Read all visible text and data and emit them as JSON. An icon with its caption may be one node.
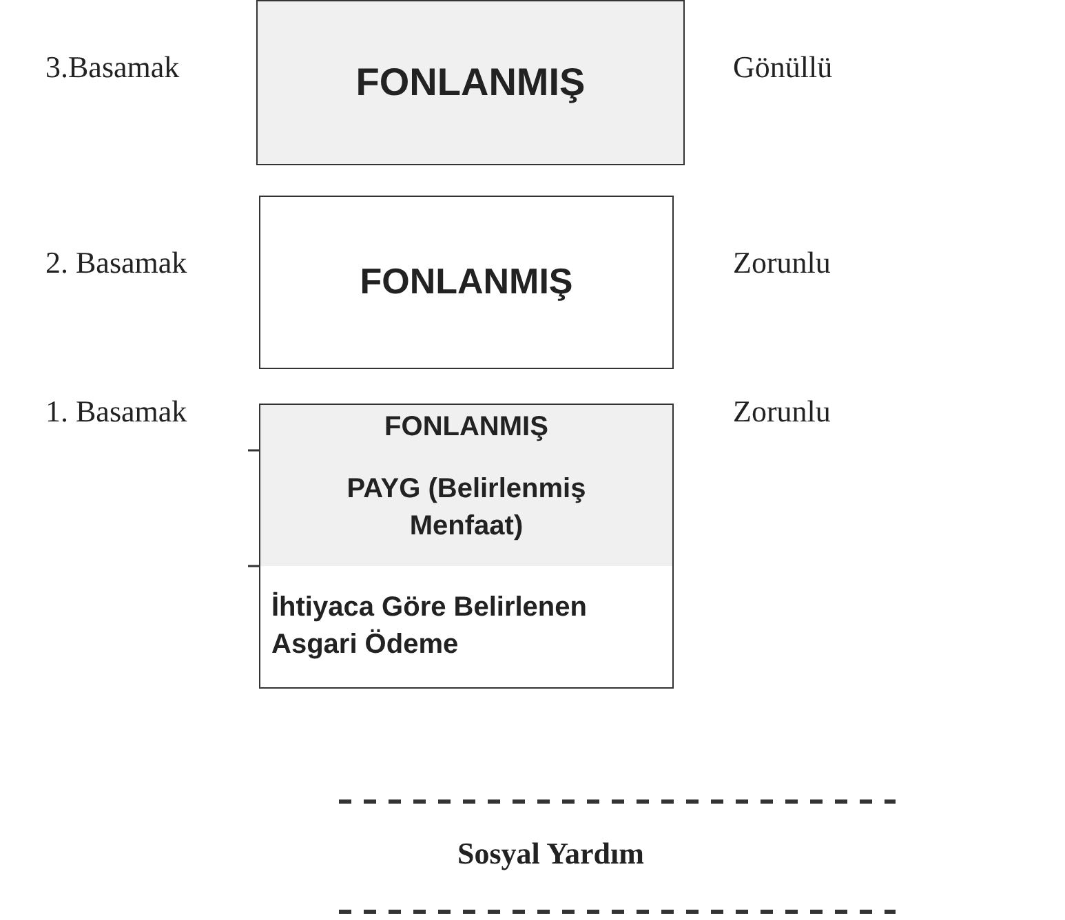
{
  "diagram": {
    "nodes": [
      {
        "text": [
          "FONLANMIŞ"
        ],
        "beside": [
          "3.Basamak",
          "Gönüllü"
        ]
      },
      {
        "text": [
          "FONLANMIŞ"
        ],
        "beside": [
          "2. Basamak",
          "Zorunlu"
        ]
      },
      {
        "text": [
          "FONLANMIŞ"
        ],
        "beside": [
          "1.  Basamak",
          "Zorunlu"
        ]
      },
      {
        "text": [
          "PAYG (Belirlenmiş Menfaat)"
        ]
      },
      {
        "text": [
          "İhtiyaca Göre Belirlenen Asgari Ödeme"
        ]
      }
    ],
    "edges": [],
    "labels": [
      "Sosyal Yardım"
    ]
  }
}
